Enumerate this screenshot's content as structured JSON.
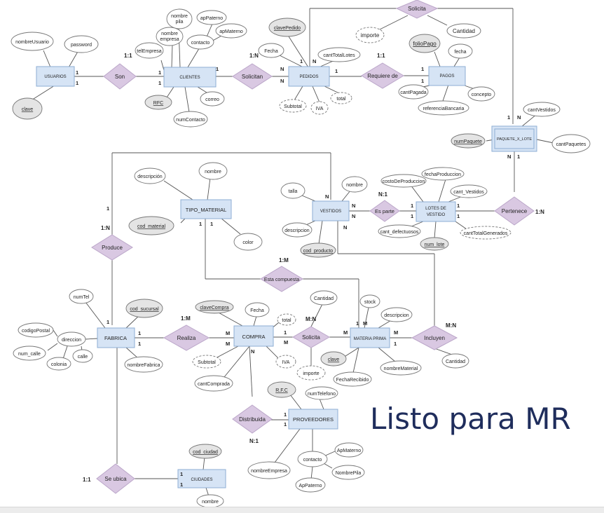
{
  "stamp": "Listo para MR",
  "colors": {
    "entity": "#d6e4f5",
    "relationship": "#d9c8e2",
    "stamp": "#1f2d5c"
  },
  "entities": {
    "usuarios": "USUARIOS",
    "clientes": "CLIENTES",
    "pedidos": "PEDIDOS",
    "pagos": "PAGOS",
    "paquete_x_lote": "PAQUETE_X_LOTE",
    "tipo_material": "TIPO_MATERIAL",
    "vestidos": "VESTIDOS",
    "lotes_l1": "LOTES DE",
    "lotes_l2": "VESTIDO",
    "fabrica": "FABRICA",
    "compra": "COMPRA",
    "materia_prima": "MATERIA PRIMA",
    "proveedores": "PROVEEDORES",
    "ciudades": "CIUDADES"
  },
  "relationships": {
    "son": "Son",
    "solicitan": "Solicitan",
    "requiere_de": "Requiere de",
    "solicita_top": "Solicita",
    "es_parte": "Es parte",
    "pertenece": "Pertenece",
    "produce": "Produce",
    "esta_compuesta": "Esta compuesta",
    "realiza": "Realiza",
    "solicita_mid": "Solicita",
    "incluyen": "Incluyen",
    "distribuida": "Distribuida",
    "se_ubica": "Se ubica"
  },
  "attributes": {
    "nombreUsuario": "nombreUsuario",
    "password": "password",
    "clave_usuario": "clave",
    "nombre_pila": "nombre\npila",
    "apPaterno": "apPaterno",
    "apMaterno": "apMaterno",
    "nombre_empresa": "nombre\nempresa",
    "telEmpresa": "telEmpresa",
    "contacto_cli": "contacto",
    "rfc": "RFC",
    "correo": "correo",
    "numContacto": "numContacto",
    "clavePedido": "clavePedido",
    "fecha_ped": "Fecha",
    "cantTotalLotes": "cantTotalLotes",
    "subtotal_ped": "Subtotal",
    "iva_ped": "IVA",
    "total_ped": "total",
    "importe_top": "importe",
    "cantidad_top": "Cantidad",
    "folioPago": "folioPago",
    "fecha_pago": "fecha",
    "cantPagada": "cantPagada",
    "concepto": "concepto",
    "referenciaBancaria": "referenciaBancaria",
    "cantVestidos": "cantVestidos",
    "numPaquete": "numPaquete",
    "cantPaquetes": "cantPaquetes",
    "descripcion_tm": "descripción",
    "nombre_tm": "nombre",
    "cod_material": "cod_material",
    "color": "color",
    "talla": "talla",
    "nombre_ves": "nombre",
    "descripcion_ves": "descripcion",
    "cod_producto": "cod_producto",
    "costoDeProduccion": "costoDeProduccion",
    "fechaProduccion": "fechaProduccion",
    "cant_vestidos": "cant_Vestidos",
    "cant_defectuosos": "cant_defectuosos",
    "num_lote": "num_lote",
    "cantTotalGenerados": "cantTotalGenerados",
    "numTel": "numTel",
    "cod_sucursal": "cod_sucursal",
    "codigoPostal": "codigoPostal",
    "direccion": "direccion",
    "num_calle": "num_calle",
    "calle": "calle",
    "colonia": "colonia",
    "nombreFabrica": "nombreFabrica",
    "claveCompra": "claveCompra",
    "fecha_compra": "Fecha",
    "total_compra": "total",
    "subtotal_compra": "Subtotal",
    "iva_compra": "IVA",
    "cantComprada": "cantComprada",
    "cantidad_mid": "Cantidad",
    "importe_mid": "importe",
    "stock": "stock",
    "descripcion_mp": "descripcion",
    "clave_mp": "clave",
    "fechaRecibido": "FechaRecibido",
    "nombreMaterial": "nombreMaterial",
    "cantidad_incl": "Cantidad",
    "rfc_prov": "R.F.C",
    "numTelefono": "numTelefono",
    "nombreEmpresa_prov": "nombreEmpresa",
    "contacto_prov": "contacto",
    "apMaterno_prov": "ApMaterno",
    "nombrePila_prov": "NombrePila",
    "apPaterno_prov": "ApPaterno",
    "cod_ciudad": "cod_ciudad",
    "nombre_ciudad": "nombre"
  },
  "cardinalities": {
    "son_ratio": "1:1",
    "solicitan_ratio": "1:N",
    "requiere_ratio": "1:1",
    "espart_ratio": "N:1",
    "pertenece_ratio": "1:N",
    "produce_ratio": "1:N",
    "compuesta_ratio": "1:M",
    "realiza_ratio": "1:M",
    "solicita_ratio": "M:N",
    "incluyen_ratio": "M:N",
    "distribuida_ratio": "N:1",
    "seubica_ratio": "1:1",
    "one": "1",
    "many_n": "N",
    "many_m": "M"
  }
}
